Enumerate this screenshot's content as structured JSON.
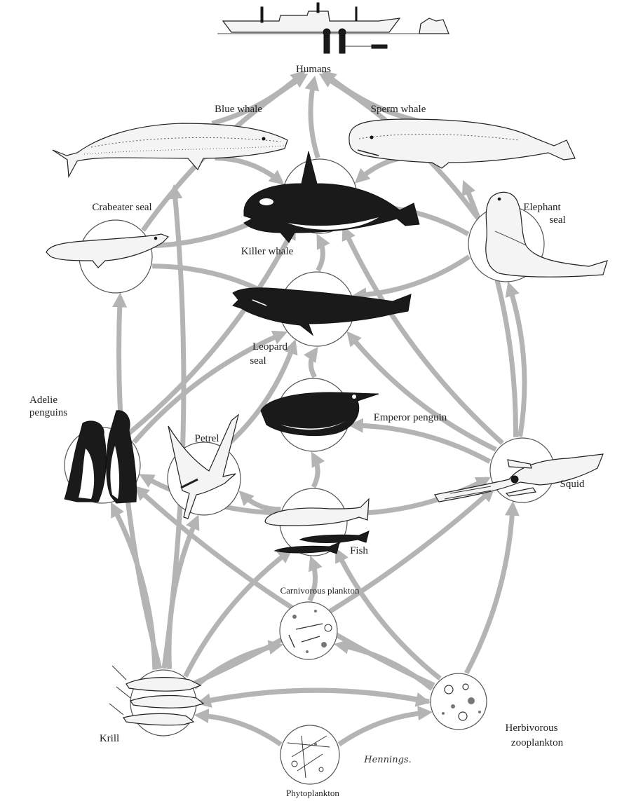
{
  "diagram": {
    "colors": {
      "arrow": "#b4b4b4",
      "outline": "#555555",
      "ink": "#1a1a1a",
      "background": "#ffffff"
    },
    "nodes": {
      "humans": {
        "label": "Humans",
        "icon": "ship-and-people-icon"
      },
      "blue_whale": {
        "label": "Blue whale",
        "icon": "blue-whale-icon"
      },
      "sperm_whale": {
        "label": "Sperm whale",
        "icon": "sperm-whale-icon"
      },
      "killer_whale": {
        "label": "Killer whale",
        "icon": "killer-whale-icon"
      },
      "crabeater_seal": {
        "label": "Crabeater seal",
        "icon": "crabeater-seal-icon"
      },
      "elephant_seal": {
        "label_line1": "Elephant",
        "label_line2": "seal",
        "icon": "elephant-seal-icon"
      },
      "leopard_seal": {
        "label_line1": "Leopard",
        "label_line2": "seal",
        "icon": "leopard-seal-icon"
      },
      "adelie_penguins": {
        "label_line1": "Adelie",
        "label_line2": "penguins",
        "icon": "penguin-icon"
      },
      "petrel": {
        "label": "Petrel",
        "icon": "bird-icon"
      },
      "emperor_penguin": {
        "label": "Emperor penguin",
        "icon": "penguin-icon"
      },
      "squid": {
        "label": "Squid",
        "icon": "squid-icon"
      },
      "fish": {
        "label": "Fish",
        "icon": "fish-icon"
      },
      "carnivorous_plankton": {
        "label": "Carnivorous plankton",
        "icon": "plankton-icon"
      },
      "krill": {
        "label": "Krill",
        "icon": "shrimp-icon"
      },
      "herbivorous_zooplankton": {
        "label_line1": "Herbivorous",
        "label_line2": "zooplankton",
        "icon": "plankton-icon"
      },
      "phytoplankton": {
        "label": "Phytoplankton",
        "icon": "algae-icon"
      }
    },
    "signature": "Hennings.",
    "links": [
      [
        "phytoplankton",
        "krill"
      ],
      [
        "phytoplankton",
        "herbivorous_zooplankton"
      ],
      [
        "herbivorous_zooplankton",
        "krill"
      ],
      [
        "krill",
        "herbivorous_zooplankton"
      ],
      [
        "herbivorous_zooplankton",
        "carnivorous_plankton"
      ],
      [
        "krill",
        "carnivorous_plankton"
      ],
      [
        "carnivorous_plankton",
        "fish"
      ],
      [
        "herbivorous_zooplankton",
        "fish"
      ],
      [
        "fish",
        "emperor_penguin"
      ],
      [
        "emperor_penguin",
        "leopard_seal"
      ],
      [
        "leopard_seal",
        "killer_whale"
      ],
      [
        "killer_whale",
        "humans"
      ],
      [
        "blue_whale",
        "humans"
      ],
      [
        "sperm_whale",
        "humans"
      ],
      [
        "krill",
        "blue_whale"
      ],
      [
        "krill",
        "crabeater_seal"
      ],
      [
        "krill",
        "adelie_penguins"
      ],
      [
        "krill",
        "petrel"
      ],
      [
        "krill",
        "squid"
      ],
      [
        "krill",
        "fish"
      ],
      [
        "herbivorous_zooplankton",
        "squid"
      ],
      [
        "herbivorous_zooplankton",
        "adelie_penguins"
      ],
      [
        "squid",
        "emperor_penguin"
      ],
      [
        "squid",
        "leopard_seal"
      ],
      [
        "squid",
        "elephant_seal"
      ],
      [
        "squid",
        "killer_whale"
      ],
      [
        "squid",
        "sperm_whale"
      ],
      [
        "elephant_seal",
        "leopard_seal"
      ],
      [
        "elephant_seal",
        "killer_whale"
      ],
      [
        "crabeater_seal",
        "leopard_seal"
      ],
      [
        "crabeater_seal",
        "killer_whale"
      ],
      [
        "adelie_penguins",
        "leopard_seal"
      ],
      [
        "adelie_penguins",
        "killer_whale"
      ],
      [
        "blue_whale",
        "killer_whale"
      ],
      [
        "sperm_whale",
        "killer_whale"
      ],
      [
        "fish",
        "adelie_penguins"
      ],
      [
        "fish",
        "squid"
      ],
      [
        "fish",
        "petrel"
      ],
      [
        "petrel",
        "leopard_seal"
      ],
      [
        "crabeater_seal",
        "humans"
      ],
      [
        "elephant_seal",
        "humans"
      ]
    ]
  }
}
